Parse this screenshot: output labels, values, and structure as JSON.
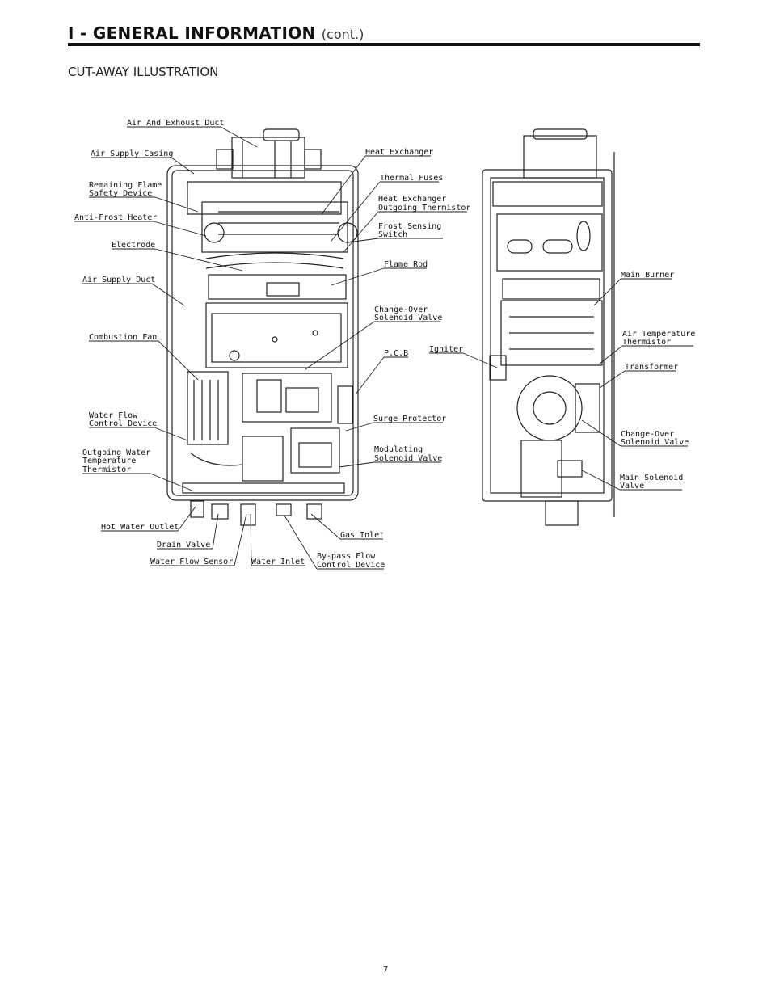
{
  "header": {
    "title": "I - GENERAL INFORMATION",
    "subtitle": "(cont.)"
  },
  "section_title": "CUT-AWAY ILLUSTRATION",
  "front_view_labels": [
    "Air And Exhoust Duct",
    "Air Supply Casing",
    "Remaining Flame",
    "Safety Device",
    "Anti-Frost Heater",
    "Electrode",
    "Air Supply Duct",
    "Combustion Fan",
    "Water Flow",
    "Control Device",
    "Outgoing Water",
    "Temperature",
    "Thermistor",
    "Heat Exchanger",
    "Thermal Fuses",
    "Heat Exchanger",
    "Outgoing Thermistor",
    "Frost Sensing",
    "Switch",
    "Flame Rod",
    "Change-Over",
    "Solenoid Valve",
    "P.C.B",
    "Surge Protector",
    "Modulating",
    "Solenoid Valve",
    "Hot Water Outlet",
    "Drain Valve",
    "Water Flow Sensor",
    "Water Inlet",
    "Gas Inlet",
    "By-pass Flow",
    "Control Device"
  ],
  "side_view_labels": [
    "Igniter",
    "Main Burner",
    "Air Temperature",
    "Thermistor",
    "Transformer",
    "Change-Over",
    "Solenoid Valve",
    "Main Solenoid",
    "Valve"
  ],
  "page_number": "7"
}
